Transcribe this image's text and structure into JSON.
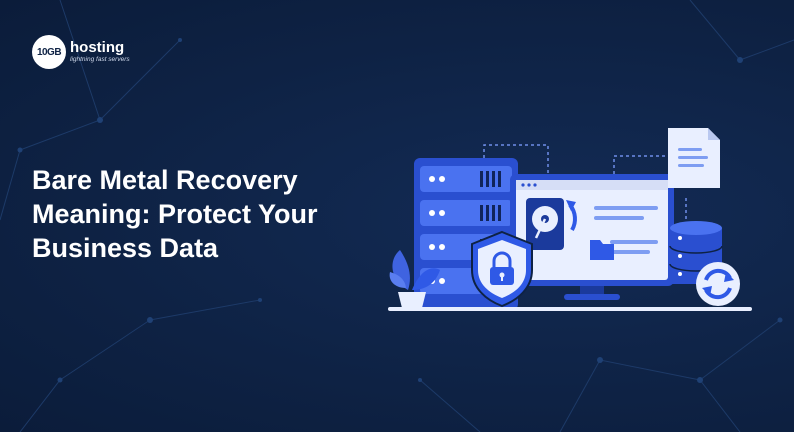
{
  "brand": {
    "badge": "10GB",
    "name": "hosting",
    "tagline": "lightning fast servers"
  },
  "headline": {
    "lines": [
      "Bare Metal Recovery",
      "Meaning: Protect Your",
      "Business Data"
    ]
  },
  "colors": {
    "background": "#0e2244",
    "server": "#3f63e0",
    "accent_blue": "#2f59e6",
    "light_panel": "#e9efff",
    "text": "#ffffff"
  },
  "icons": [
    "server-rack-icon",
    "monitor-icon",
    "hard-disk-icon",
    "shield-lock-icon",
    "folder-icon",
    "document-icon",
    "database-icon",
    "sync-icon",
    "plant-icon"
  ]
}
